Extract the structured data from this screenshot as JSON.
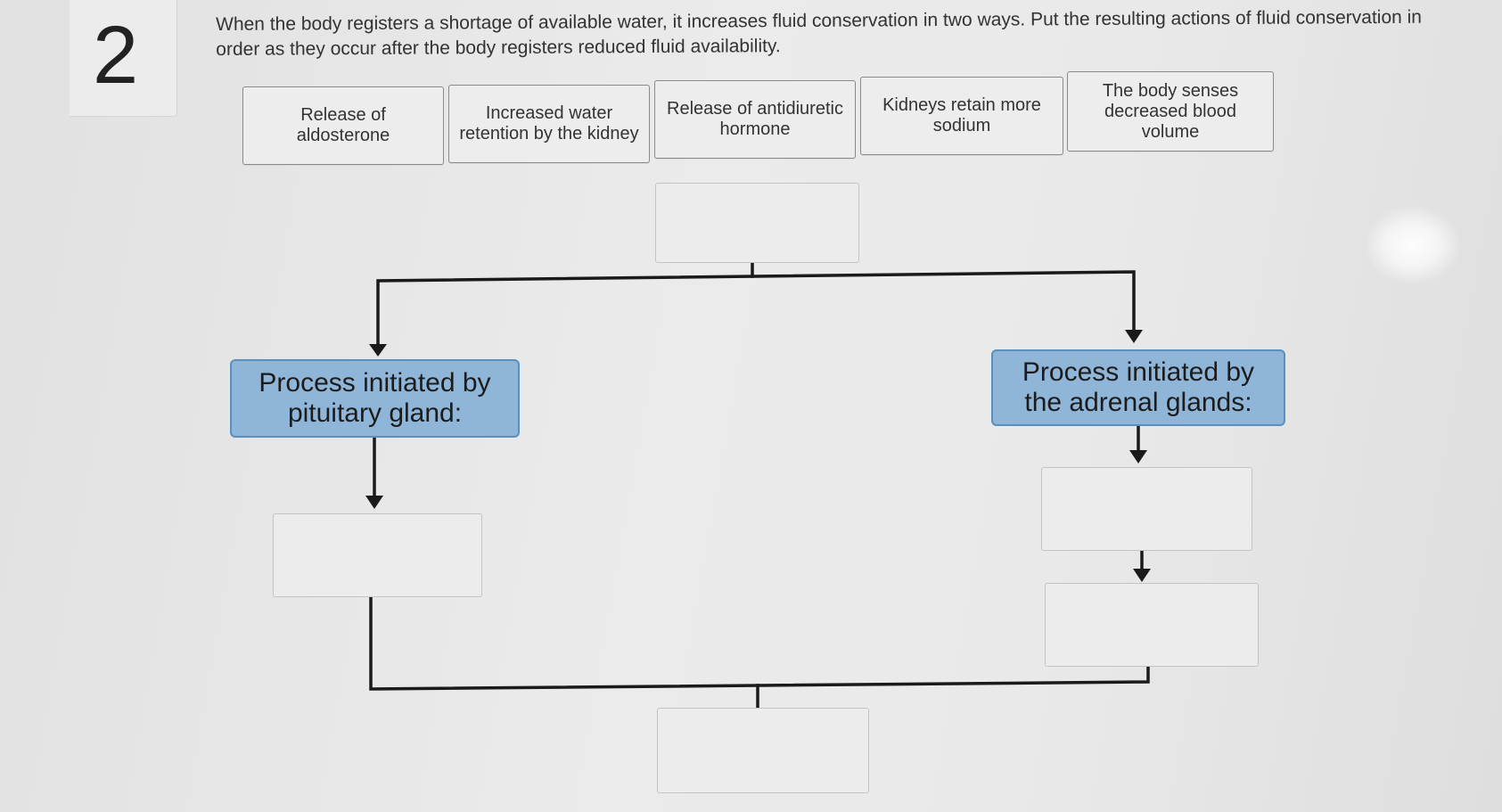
{
  "question": {
    "number": "2",
    "text": "When the body registers a shortage of available water, it increases fluid conservation in two ways. Put the resulting actions of fluid conservation in order as they occur after the body registers reduced fluid availability."
  },
  "answer_choices": [
    {
      "label": "Release of aldosterone"
    },
    {
      "label": "Increased water retention by the kidney"
    },
    {
      "label": "Release of antidiuretic hormone"
    },
    {
      "label": "Kidneys retain more sodium"
    },
    {
      "label": "The body senses decreased blood volume"
    }
  ],
  "flowchart": {
    "left_process": {
      "label": "Process initiated by pituitary gland:"
    },
    "right_process": {
      "label": "Process initiated by the adrenal glands:"
    }
  },
  "colors": {
    "process_fill": "#8fb6d8",
    "process_border": "#5a8fbe",
    "connector": "#1a1a1a"
  }
}
